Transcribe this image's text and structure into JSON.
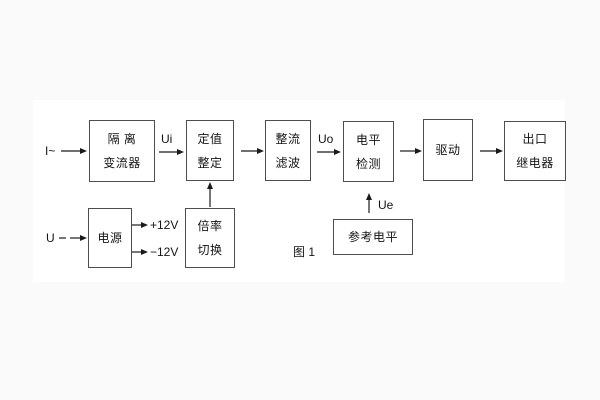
{
  "figure_caption": "图 1",
  "inputs": {
    "current": "I~",
    "voltage": "U"
  },
  "signals": {
    "ui": "Ui",
    "uo": "Uo",
    "ue": "Ue",
    "plus12v": "+12V",
    "minus12v": "−12V"
  },
  "blocks": {
    "isolation_transformer": {
      "line1": "隔 离",
      "line2": "变流器"
    },
    "setting_adjust": {
      "line1": "定值",
      "line2": "整定"
    },
    "rectify_filter": {
      "line1": "整流",
      "line2": "滤波"
    },
    "level_detect": {
      "line1": "电平",
      "line2": "检测"
    },
    "drive": {
      "label": "驱动"
    },
    "outlet_relay": {
      "line1": "出口",
      "line2": "继电器"
    },
    "power_supply": {
      "label": "电源"
    },
    "ratio_switch": {
      "line1": "倍率",
      "line2": "切换"
    },
    "reference_level": {
      "label": "参考电平"
    }
  },
  "colors": {
    "line": "#1a1a1a",
    "box_border": "#4d4d4d",
    "text": "#141414",
    "panel_background": "#ffffff",
    "page_background": "#fafafa"
  }
}
